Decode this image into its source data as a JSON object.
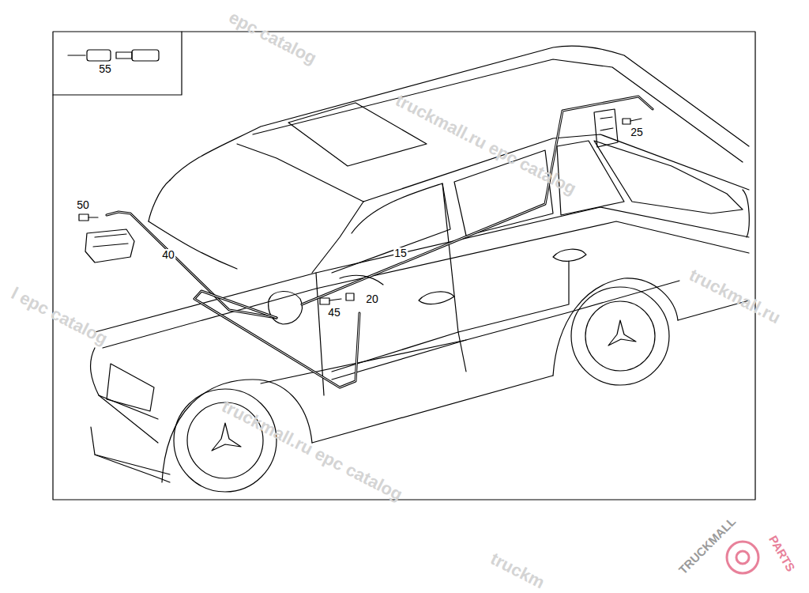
{
  "diagram": {
    "labels": [
      "55",
      "50",
      "40",
      "15",
      "45",
      "20",
      "25",
      "epc catalog",
      "truckmall.ru epc catalog",
      "truckmall.ru",
      "l epc catalog",
      "truckmall.ru epc catalog",
      "truckm",
      "TRUCKMALL",
      "PARTS"
    ]
  }
}
